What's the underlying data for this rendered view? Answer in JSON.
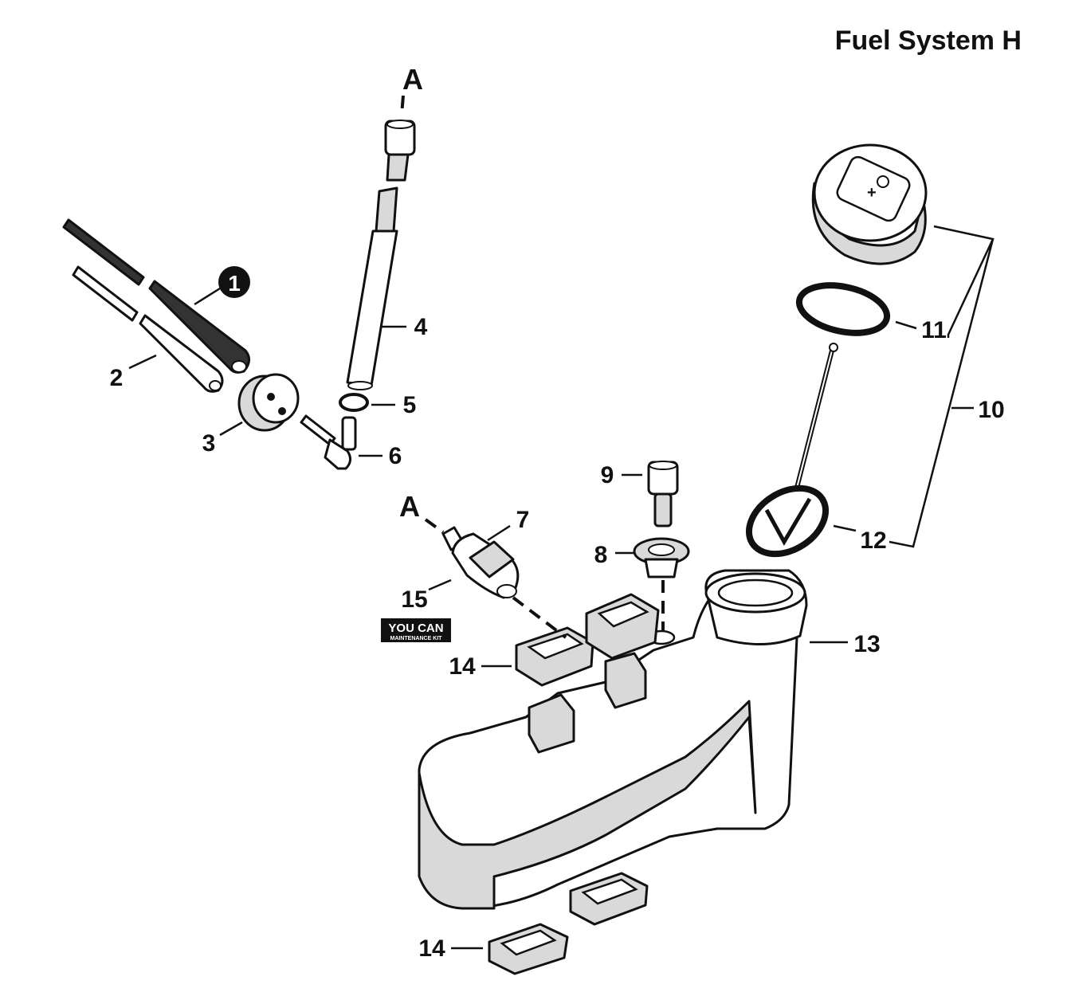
{
  "title": "Fuel System H",
  "connector_letters": {
    "top": "A",
    "filter": "A"
  },
  "callout_badge": "1",
  "labels": {
    "l2": "2",
    "l3": "3",
    "l4": "4",
    "l5": "5",
    "l6": "6",
    "l7": "7",
    "l8": "8",
    "l9": "9",
    "l10": "10",
    "l11": "11",
    "l12": "12",
    "l13": "13",
    "l14a": "14",
    "l14b": "14",
    "l15": "15"
  },
  "kit_logo": {
    "line1": "YOU CAN",
    "line2": "MAINTENANCE KIT"
  }
}
